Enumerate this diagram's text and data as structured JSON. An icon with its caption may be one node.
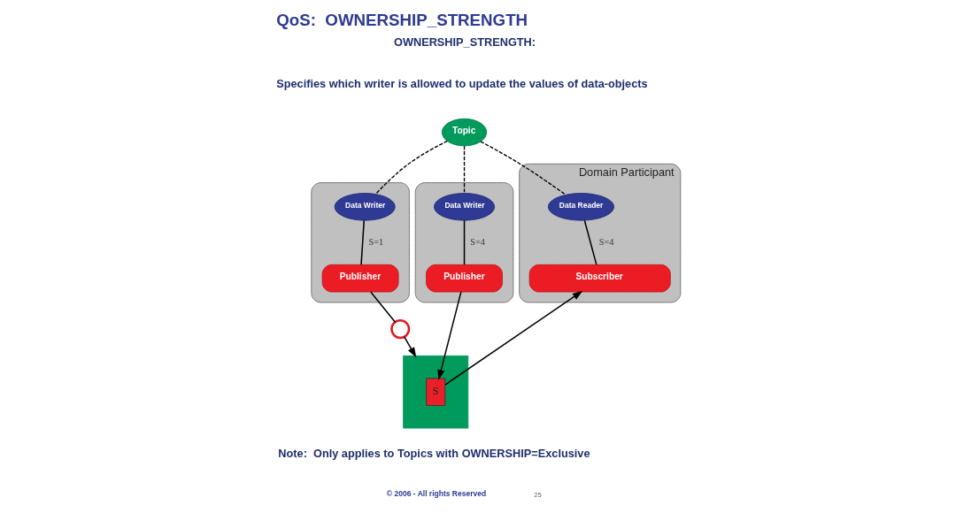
{
  "diagram": {
    "title": "QoS:  OWNERSHIP_STRENGTH",
    "nodes": [
      {
        "text": [
          "Topic"
        ]
      },
      {
        "text": [],
        "shape": "box"
      },
      {
        "text": [
          "Data Writer"
        ],
        "in": 1
      },
      {
        "text": [
          "Publisher"
        ],
        "in": 1
      },
      {
        "text": [],
        "shape": "box"
      },
      {
        "text": [
          "Data Writer"
        ],
        "in": 4
      },
      {
        "text": [
          "Publisher"
        ],
        "in": 4
      },
      {
        "text": [
          "Domain Participant"
        ]
      },
      {
        "text": [
          "Data Reader"
        ],
        "in": 7
      },
      {
        "text": [
          "Subscriber"
        ],
        "in": 7
      },
      {
        "text": [],
        "shape": "circle"
      },
      {
        "text": [],
        "shape": "band"
      },
      {
        "text": [
          "S"
        ],
        "in": 11
      }
    ],
    "edges": [
      {
        "from": 0,
        "to": 2,
        "arrow": "none",
        "style": "dashed"
      },
      {
        "from": 0,
        "to": 5,
        "arrow": "none",
        "style": "dashed"
      },
      {
        "from": 0,
        "to": 8,
        "arrow": "none",
        "style": "dashed"
      },
      {
        "from": 2,
        "to": 3,
        "arrow": "none",
        "label": "S=1"
      },
      {
        "from": 5,
        "to": 6,
        "arrow": "none",
        "label": "S=4"
      },
      {
        "from": 8,
        "to": 9,
        "arrow": "none",
        "label": "S=4"
      },
      {
        "from": 3,
        "to": 10,
        "arrow": "none"
      },
      {
        "from": 10,
        "to": 11,
        "arrow": "to"
      },
      {
        "from": 6,
        "to": 12,
        "arrow": "to"
      },
      {
        "from": 12,
        "to": 9,
        "arrow": "to"
      }
    ],
    "labels": [
      "OWNERSHIP_STRENGTH:",
      "Specifies which writer is allowed to update the values of data-objects",
      "Note:  Only applies to Topics with OWNERSHIP=Exclusive",
      "© 2006 - All rights Reserved",
      "25"
    ]
  }
}
